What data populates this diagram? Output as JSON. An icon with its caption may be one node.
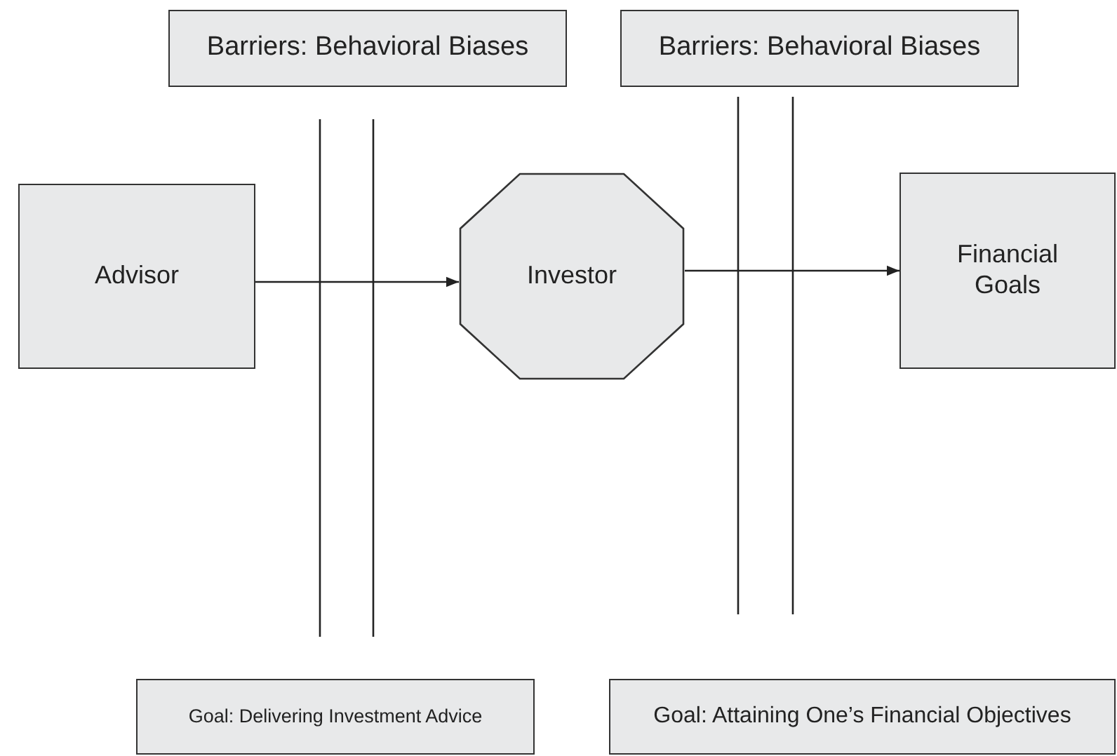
{
  "diagram": {
    "nodes": [
      {
        "text": [
          "Barriers: Behavioral Biases"
        ]
      },
      {
        "text": [
          "Barriers: Behavioral Biases"
        ]
      },
      {
        "text": [
          "Advisor"
        ]
      },
      {
        "text": [
          "Investor"
        ]
      },
      {
        "text": [
          "Financial Goals"
        ]
      },
      {
        "text": [
          "Goal: Delivering Investment Advice"
        ]
      },
      {
        "text": [
          "Goal: Attaining One’s Financial Objectives"
        ]
      }
    ],
    "edges": [
      {
        "from": 2,
        "to": 3,
        "arrow": "to"
      },
      {
        "from": 3,
        "to": 4,
        "arrow": "to"
      }
    ]
  }
}
